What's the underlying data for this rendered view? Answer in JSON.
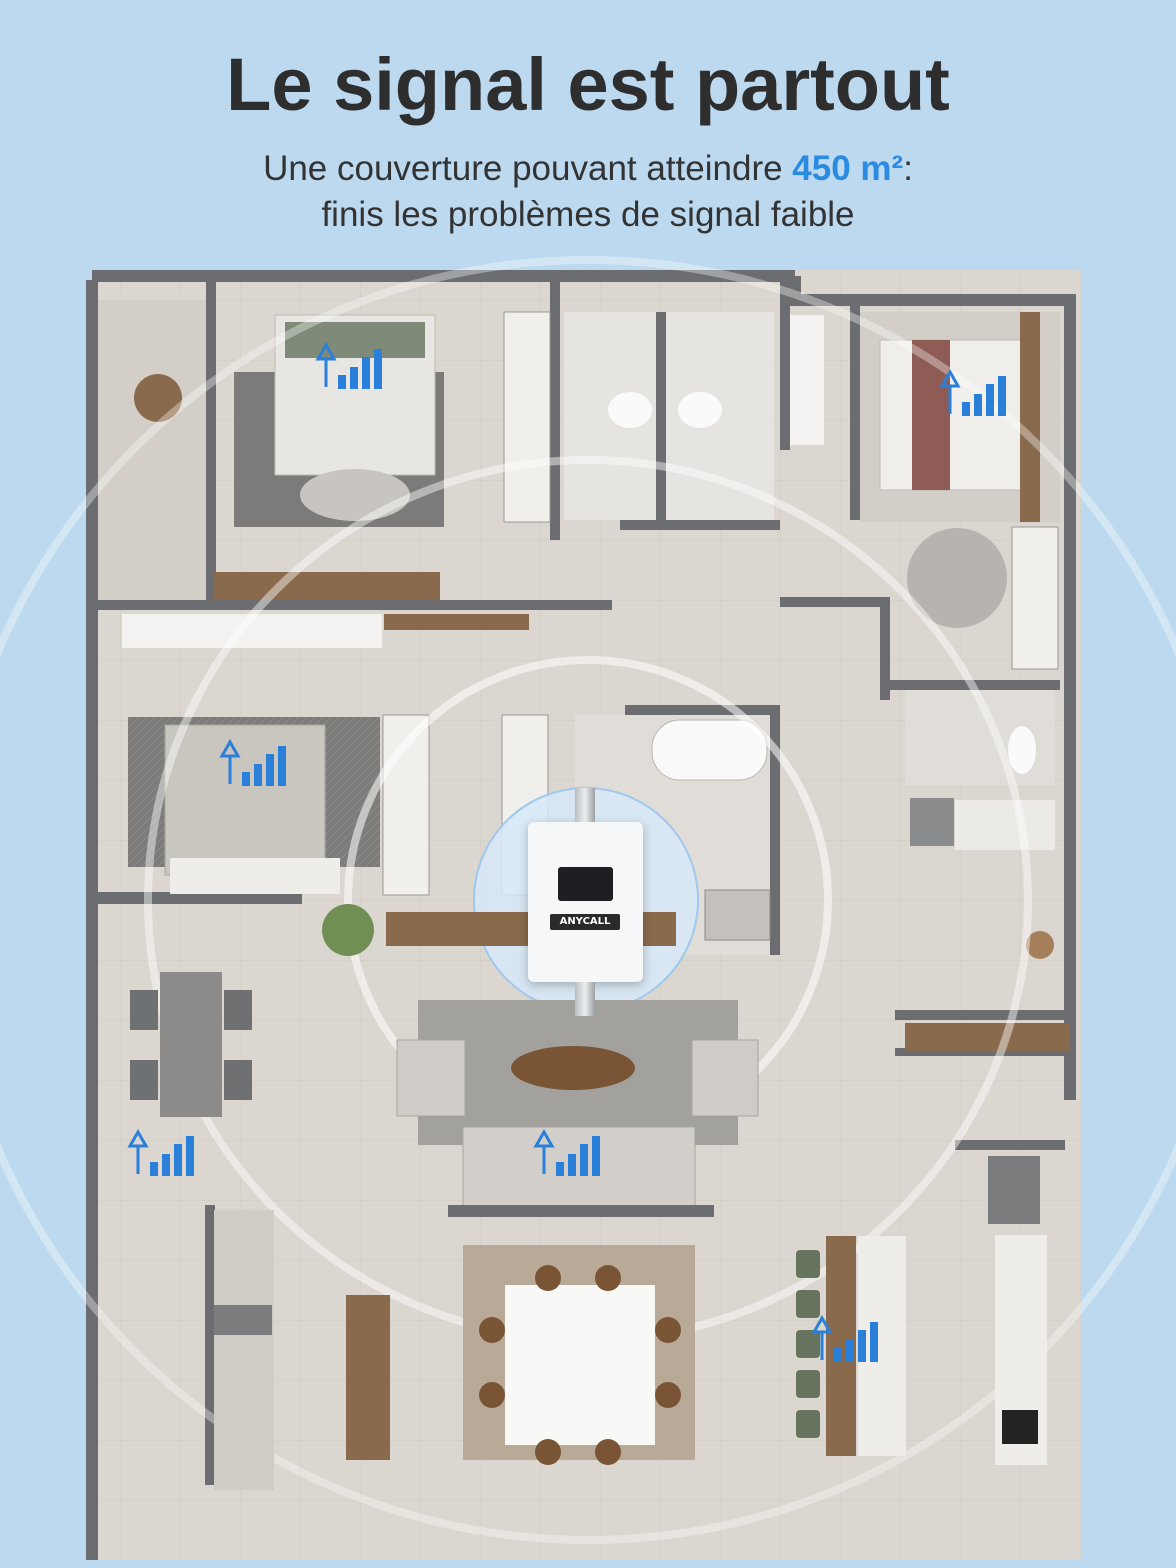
{
  "header": {
    "title": "Le signal est partout",
    "subtitle_line1_before": "Une couverture pouvant atteindre ",
    "subtitle_accent": "450 m²",
    "subtitle_line1_after": ":",
    "subtitle_line2": "finis les problèmes de signal faible"
  },
  "device": {
    "brand": "ANYCALL"
  },
  "colors": {
    "background": "#bcd9ef",
    "accent": "#2b8be0",
    "signal_bar": "#2a7fd8",
    "wall": "#6b6d70",
    "floor": "#d8d3cc"
  },
  "icons": [
    "signal-strength-icon",
    "antenna-icon"
  ]
}
